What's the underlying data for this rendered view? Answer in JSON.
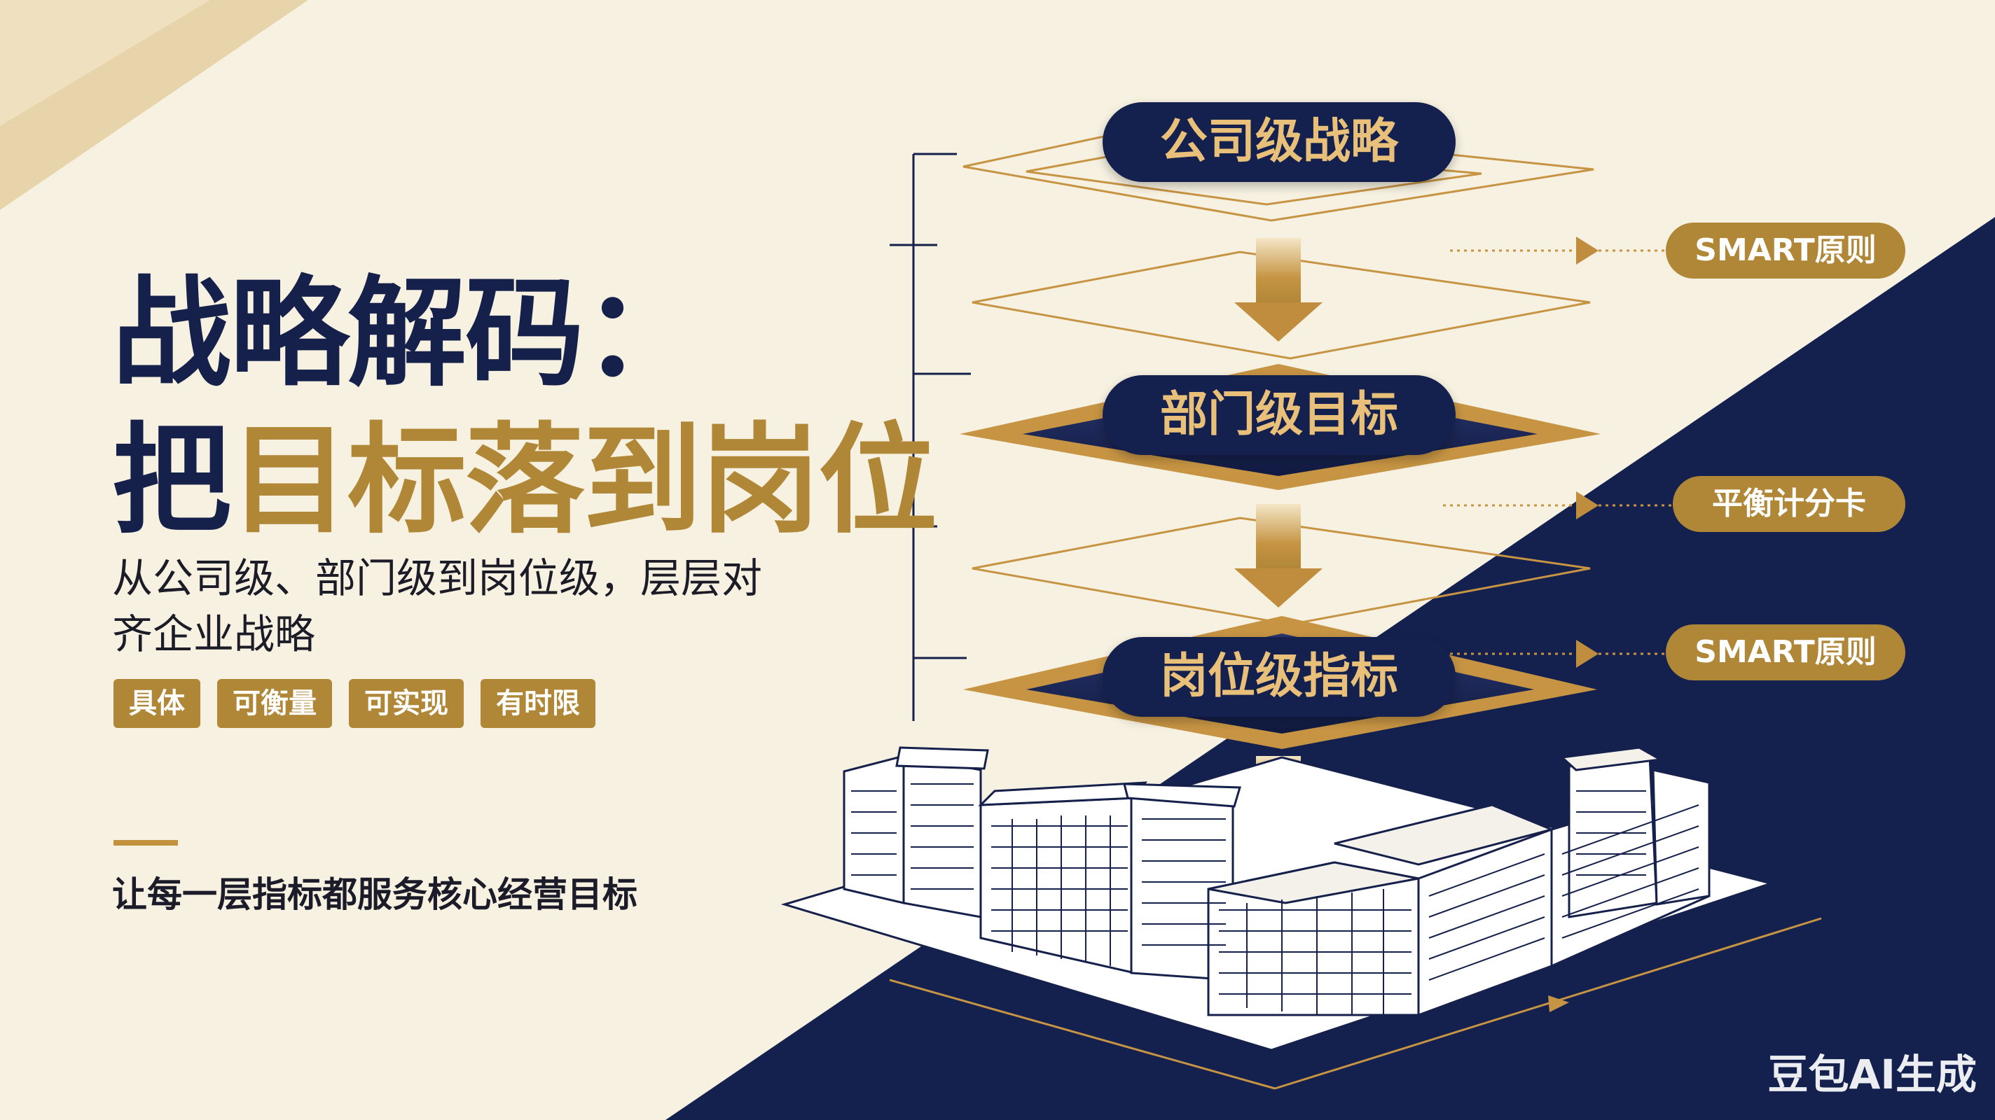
{
  "title": {
    "line1": "战略解码：",
    "line2_prefix": "把",
    "line2_highlight": "目标落到岗位"
  },
  "subtitle": "从公司级、部门级到岗位级，层层对齐企业战略",
  "tags": [
    "具体",
    "可衡量",
    "可实现",
    "有时限"
  ],
  "bottom_note": "让每一层指标都服务核心经营目标",
  "levels": [
    "公司级战略",
    "部门级目标",
    "岗位级指标"
  ],
  "side_labels": [
    "SMART原则",
    "平衡计分卡",
    "SMART原则"
  ],
  "watermark": "豆包AI生成",
  "colors": {
    "navy": "#15204b",
    "gold": "#b08637",
    "cream": "#f7f1e1",
    "pill_text": "#e9c07a"
  }
}
